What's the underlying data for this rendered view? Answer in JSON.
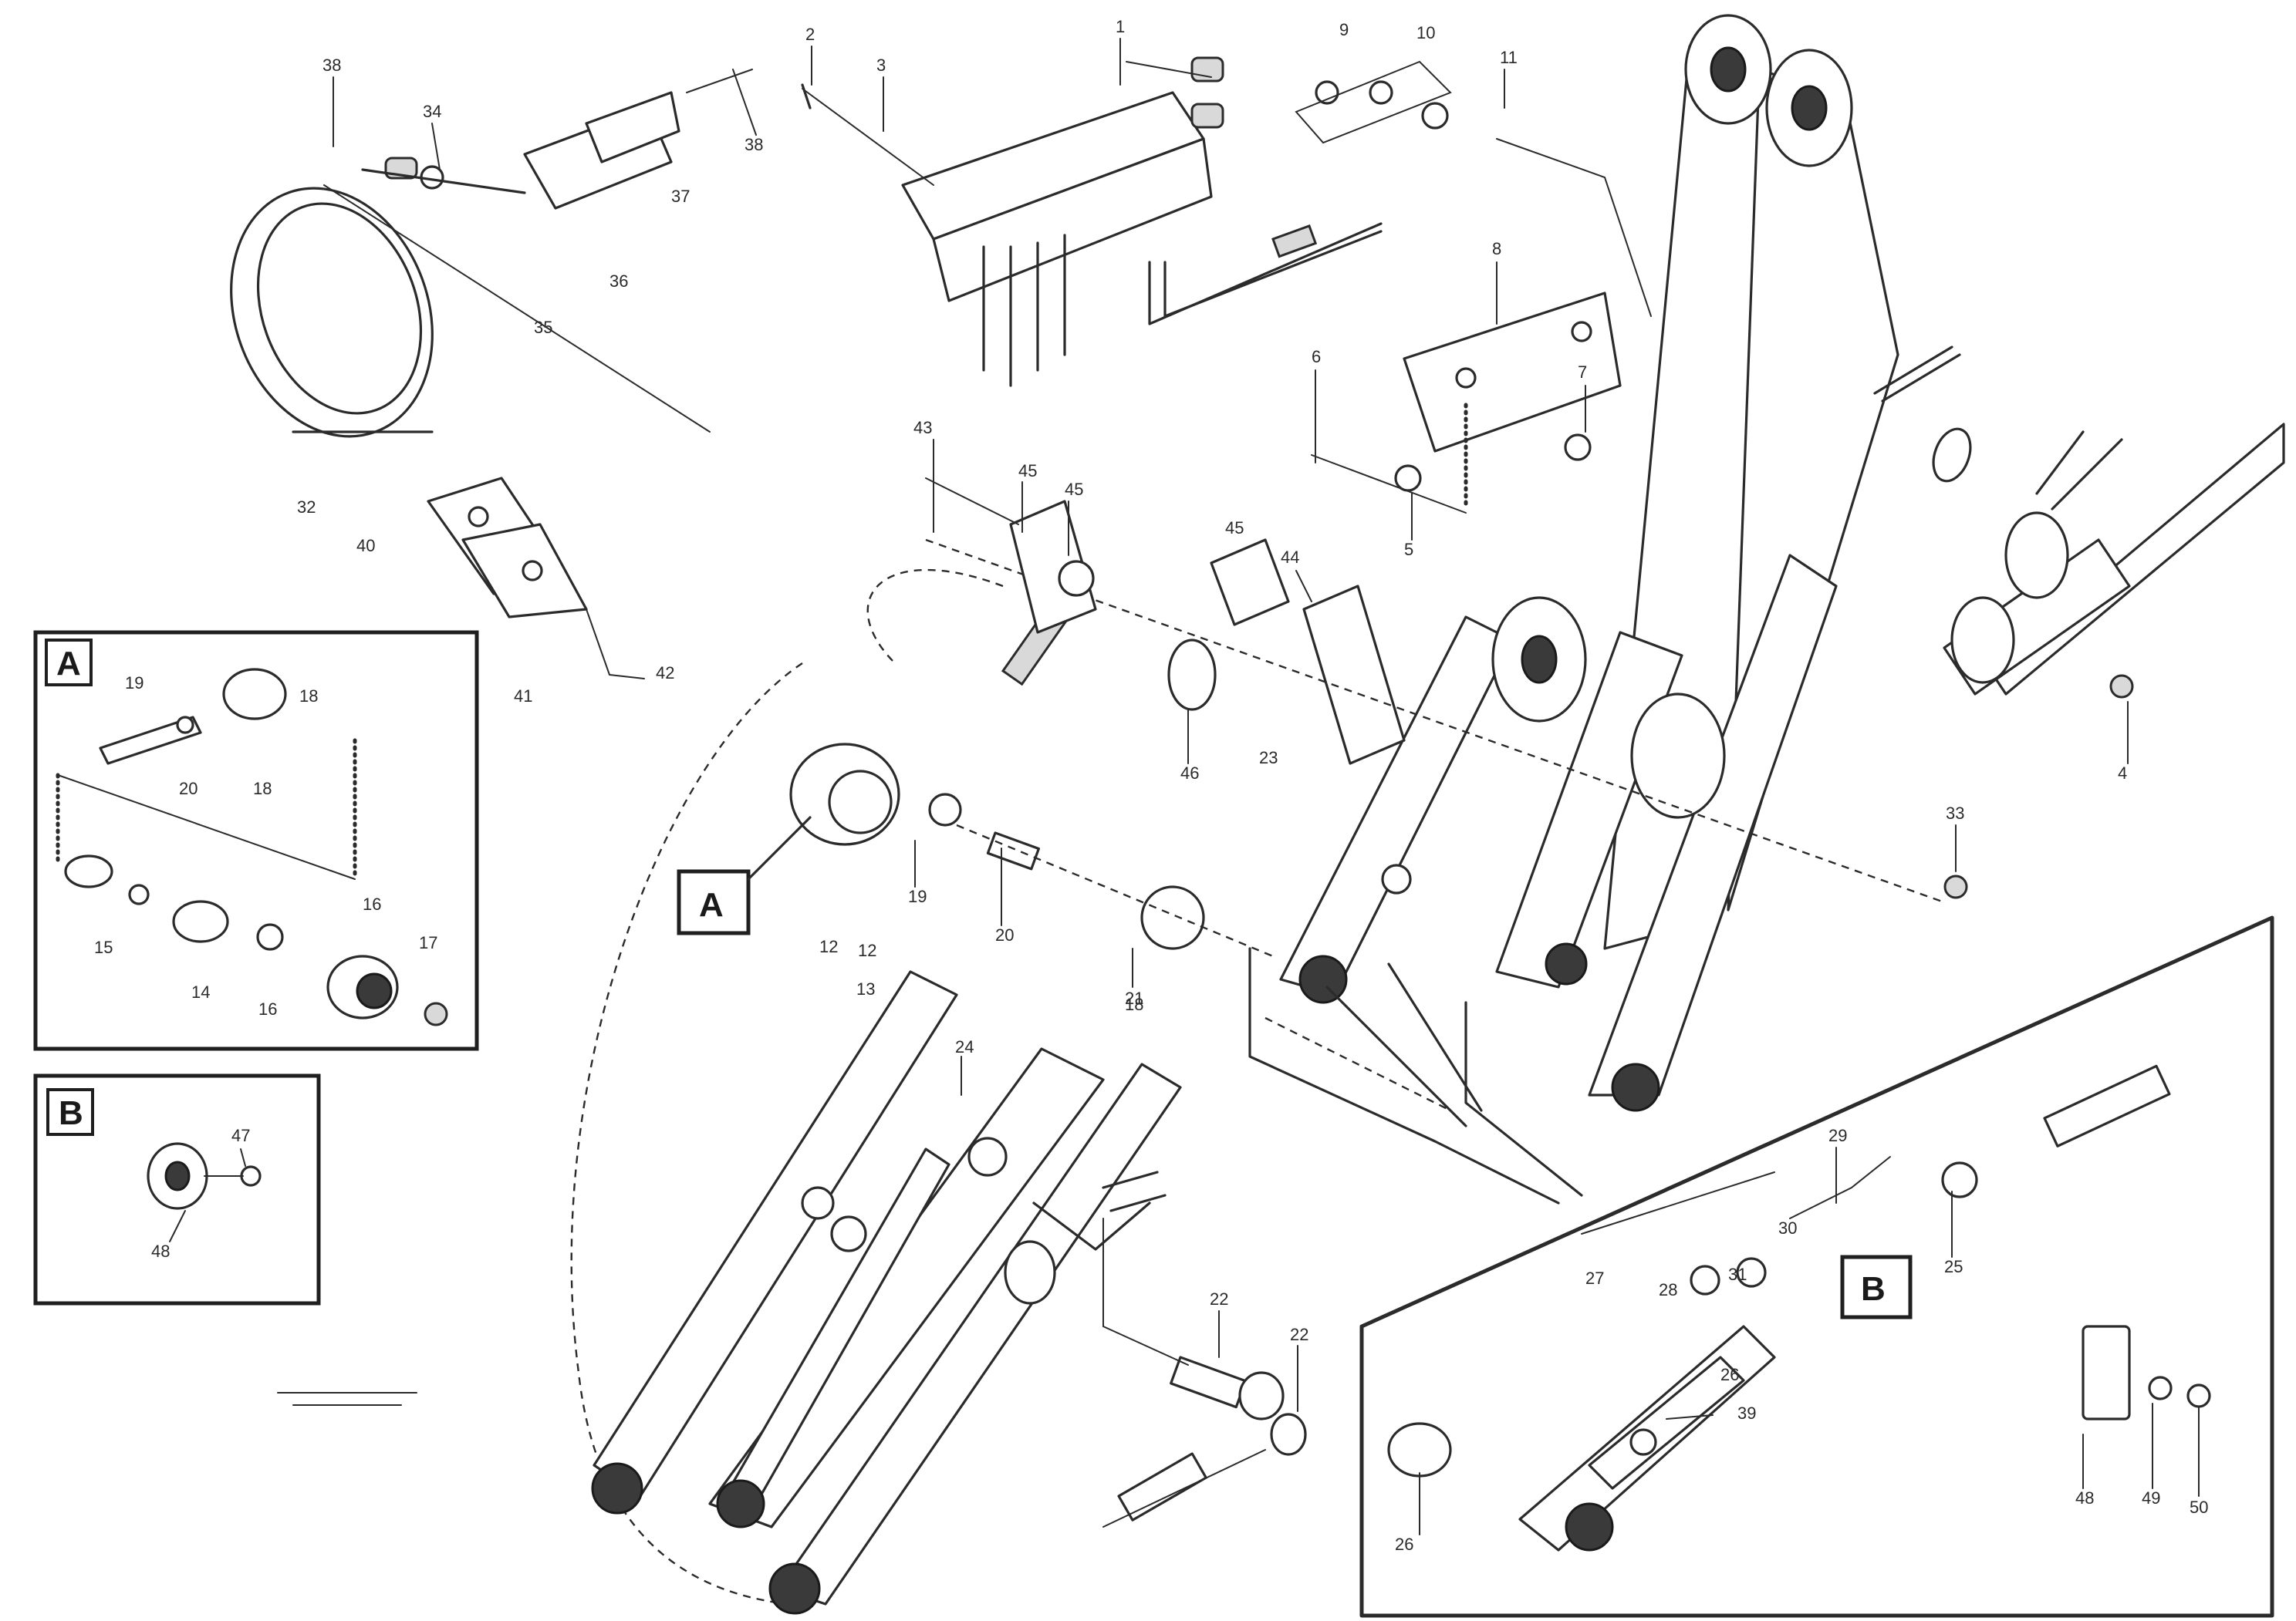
{
  "drawing_ref": "",
  "detail_labels": {
    "a_main": "A",
    "a_inset": "A",
    "b_main": "B",
    "b_inset": "B"
  },
  "callouts": [
    {
      "id": "c1",
      "text": "38"
    },
    {
      "id": "c2",
      "text": "34"
    },
    {
      "id": "c3",
      "text": "38"
    },
    {
      "id": "c4",
      "text": "37"
    },
    {
      "id": "c5",
      "text": "36"
    },
    {
      "id": "c6",
      "text": "35"
    },
    {
      "id": "c7",
      "text": "2"
    },
    {
      "id": "c8",
      "text": "3"
    },
    {
      "id": "c9",
      "text": "1"
    },
    {
      "id": "c10",
      "text": "9"
    },
    {
      "id": "c11",
      "text": "10"
    },
    {
      "id": "c12",
      "text": "11"
    },
    {
      "id": "c13",
      "text": "8"
    },
    {
      "id": "c14",
      "text": "7"
    },
    {
      "id": "c15",
      "text": "6"
    },
    {
      "id": "c16",
      "text": "5"
    },
    {
      "id": "c17",
      "text": "32"
    },
    {
      "id": "c18",
      "text": "40"
    },
    {
      "id": "c19",
      "text": "41"
    },
    {
      "id": "c20",
      "text": "42"
    },
    {
      "id": "c21",
      "text": "43"
    },
    {
      "id": "c22",
      "text": "45"
    },
    {
      "id": "c23",
      "text": "45"
    },
    {
      "id": "c24",
      "text": "45"
    },
    {
      "id": "c25",
      "text": "44"
    },
    {
      "id": "c26",
      "text": "46"
    },
    {
      "id": "c27",
      "text": "23"
    },
    {
      "id": "c28",
      "text": "4"
    },
    {
      "id": "c29",
      "text": "33"
    },
    {
      "id": "c30",
      "text": "19"
    },
    {
      "id": "c31",
      "text": "20"
    },
    {
      "id": "c32",
      "text": "18"
    },
    {
      "id": "c33",
      "text": "12"
    },
    {
      "id": "c34",
      "text": "12"
    },
    {
      "id": "c35",
      "text": "13"
    },
    {
      "id": "c36",
      "text": "21"
    },
    {
      "id": "c37",
      "text": "24"
    },
    {
      "id": "c38",
      "text": "22"
    },
    {
      "id": "c39",
      "text": "22"
    },
    {
      "id": "c40",
      "text": "29"
    },
    {
      "id": "c41",
      "text": "27"
    },
    {
      "id": "c42",
      "text": "28"
    },
    {
      "id": "c43",
      "text": "31"
    },
    {
      "id": "c44",
      "text": "30"
    },
    {
      "id": "c45",
      "text": "25"
    },
    {
      "id": "c46",
      "text": "26"
    },
    {
      "id": "c47",
      "text": "39"
    },
    {
      "id": "c48",
      "text": "26"
    },
    {
      "id": "c49",
      "text": "48"
    },
    {
      "id": "c50",
      "text": "49"
    },
    {
      "id": "c51",
      "text": "50"
    },
    {
      "id": "a1",
      "text": "19"
    },
    {
      "id": "a2",
      "text": "20"
    },
    {
      "id": "a3",
      "text": "18"
    },
    {
      "id": "a4",
      "text": "16"
    },
    {
      "id": "a5",
      "text": "15"
    },
    {
      "id": "a6",
      "text": "14"
    },
    {
      "id": "a7",
      "text": "16"
    },
    {
      "id": "a8",
      "text": "17"
    },
    {
      "id": "a9",
      "text": "18"
    },
    {
      "id": "b1",
      "text": "47"
    },
    {
      "id": "b2",
      "text": "48"
    }
  ]
}
